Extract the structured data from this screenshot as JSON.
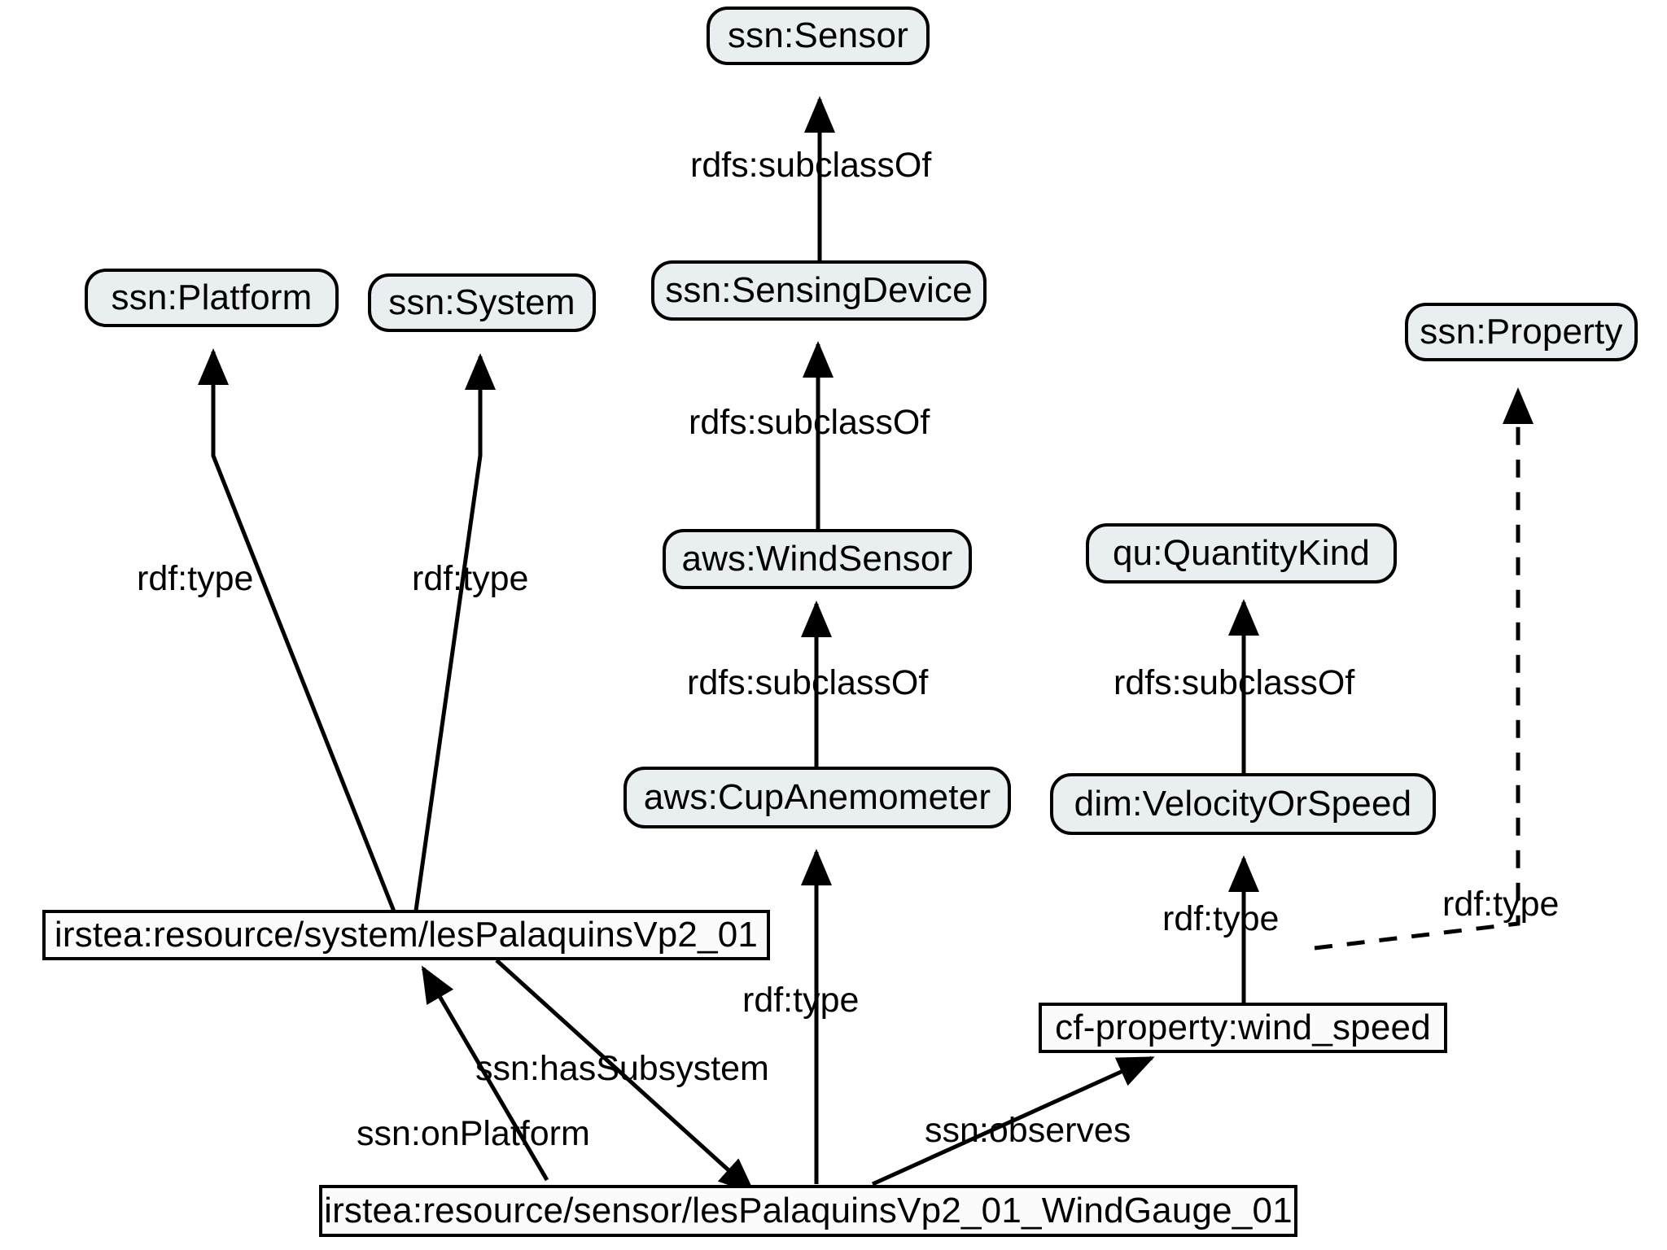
{
  "diagram": {
    "title": "SSN ontology instance graph for a wind gauge sensor",
    "type": "rdf-graph",
    "colors": {
      "class_node_fill": "#e9eff0",
      "instance_node_fill": "#fbfbfb",
      "stroke": "#000000",
      "background": "#ffffff"
    },
    "nodes": [
      {
        "id": "ssn_sensor",
        "label": "ssn:Sensor",
        "shape": "rounded",
        "kind": "class"
      },
      {
        "id": "ssn_platform",
        "label": "ssn:Platform",
        "shape": "rounded",
        "kind": "class"
      },
      {
        "id": "ssn_system",
        "label": "ssn:System",
        "shape": "rounded",
        "kind": "class"
      },
      {
        "id": "ssn_sensingdevice",
        "label": "ssn:SensingDevice",
        "shape": "rounded",
        "kind": "class"
      },
      {
        "id": "ssn_property",
        "label": "ssn:Property",
        "shape": "rounded",
        "kind": "class"
      },
      {
        "id": "aws_windsensor",
        "label": "aws:WindSensor",
        "shape": "rounded",
        "kind": "class"
      },
      {
        "id": "qu_quantitykind",
        "label": "qu:QuantityKind",
        "shape": "rounded",
        "kind": "class"
      },
      {
        "id": "aws_cupanemometer",
        "label": "aws:CupAnemometer",
        "shape": "rounded",
        "kind": "class"
      },
      {
        "id": "dim_velocity",
        "label": "dim:VelocityOrSpeed",
        "shape": "rounded",
        "kind": "class"
      },
      {
        "id": "irstea_system",
        "label": "irstea:resource/system/lesPalaquinsVp2_01",
        "shape": "rectangle",
        "kind": "instance"
      },
      {
        "id": "cf_wind_speed",
        "label": "cf-property:wind_speed",
        "shape": "rectangle",
        "kind": "instance"
      },
      {
        "id": "irstea_sensor",
        "label": "irstea:resource/sensor/lesPalaquinsVp2_01_WindGauge_01",
        "shape": "rectangle",
        "kind": "instance"
      }
    ],
    "edges": [
      {
        "id": "e1",
        "from": "ssn_sensingdevice",
        "to": "ssn_sensor",
        "label": "rdfs:subclassOf",
        "style": "solid"
      },
      {
        "id": "e2",
        "from": "aws_windsensor",
        "to": "ssn_sensingdevice",
        "label": "rdfs:subclassOf",
        "style": "solid"
      },
      {
        "id": "e3",
        "from": "aws_cupanemometer",
        "to": "aws_windsensor",
        "label": "rdfs:subclassOf",
        "style": "solid"
      },
      {
        "id": "e4",
        "from": "dim_velocity",
        "to": "qu_quantitykind",
        "label": "rdfs:subclassOf",
        "style": "solid"
      },
      {
        "id": "e5",
        "from": "irstea_system",
        "to": "ssn_platform",
        "label": "rdf:type",
        "style": "solid"
      },
      {
        "id": "e6",
        "from": "irstea_system",
        "to": "ssn_system",
        "label": "rdf:type",
        "style": "solid"
      },
      {
        "id": "e7",
        "from": "irstea_sensor",
        "to": "aws_cupanemometer",
        "label": "rdf:type",
        "style": "solid"
      },
      {
        "id": "e8",
        "from": "cf_wind_speed",
        "to": "dim_velocity",
        "label": "rdf:type",
        "style": "solid"
      },
      {
        "id": "e9",
        "from": "cf_wind_speed",
        "to": "ssn_property",
        "label": "rdf:type",
        "style": "dashed"
      },
      {
        "id": "e10",
        "from": "irstea_system",
        "to": "irstea_sensor",
        "label": "ssn:hasSubsystem",
        "style": "solid"
      },
      {
        "id": "e11",
        "from": "irstea_sensor",
        "to": "irstea_system",
        "label": "ssn:onPlatform",
        "style": "solid"
      },
      {
        "id": "e12",
        "from": "irstea_sensor",
        "to": "cf_wind_speed",
        "label": "ssn:observes",
        "style": "solid"
      }
    ],
    "edge_labels": {
      "subclass_sensor": "rdfs:subclassOf",
      "subclass_sensingdevice": "rdfs:subclassOf",
      "subclass_windsensor": "rdfs:subclassOf",
      "subclass_quantitykind": "rdfs:subclassOf",
      "type_platform": "rdf:type",
      "type_system": "rdf:type",
      "type_cupanemometer": "rdf:type",
      "type_velocity": "rdf:type",
      "type_property": "rdf:type",
      "has_subsystem": "ssn:hasSubsystem",
      "on_platform": "ssn:onPlatform",
      "observes": "ssn:observes"
    }
  }
}
